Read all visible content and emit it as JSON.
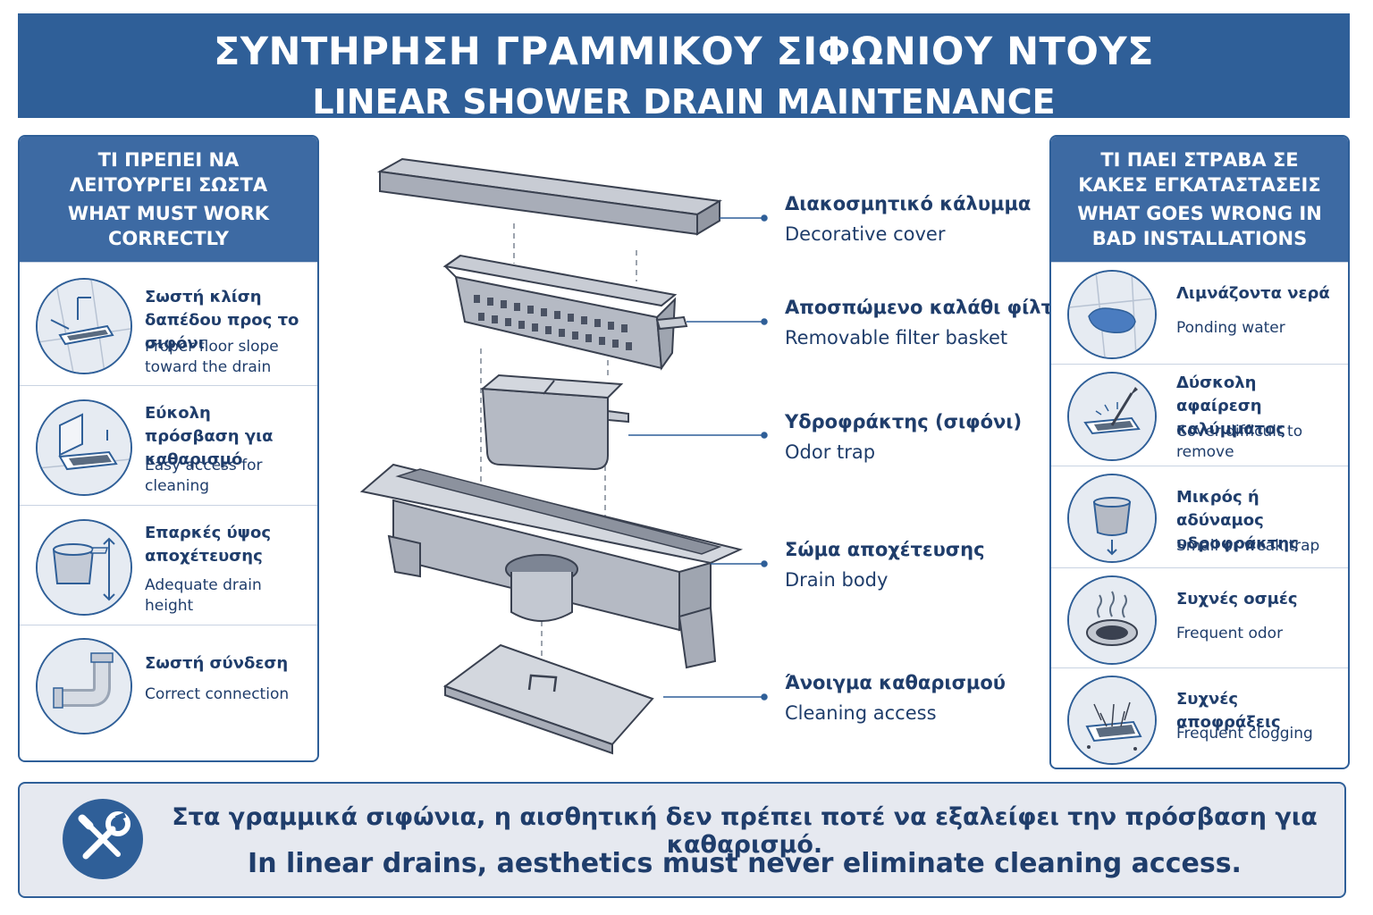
{
  "header": {
    "title_gr": "ΣΥΝΤΗΡΗΣΗ ΓΡΑΜΜΙΚΟΥ ΣΙΦΩΝΙΟΥ ΝΤΟΥΣ",
    "title_en": "LINEAR SHOWER DRAIN MAINTENANCE"
  },
  "left_panel": {
    "title_gr": "ΤΙ ΠΡΕΠΕΙ ΝΑ ΛΕΙΤΟΥΡΓΕΙ ΣΩΣΤΑ",
    "title_en": "WHAT MUST WORK CORRECTLY",
    "items": [
      {
        "gr": "Σωστή κλίση δαπέδου προς το σιφόνι",
        "en": "Proper floor slope toward the drain",
        "icon": "floor-slope-icon"
      },
      {
        "gr": "Εύκολη πρόσβαση για καθαρισμό",
        "en": "Easy access for cleaning",
        "icon": "open-cover-icon"
      },
      {
        "gr": "Επαρκές ύψος αποχέτευσης",
        "en": "Adequate drain height",
        "icon": "drain-height-icon"
      },
      {
        "gr": "Σωστή σύνδεση",
        "en": "Correct connection",
        "icon": "pipe-connection-icon"
      }
    ]
  },
  "right_panel": {
    "title_gr": "ΤΙ ΠΑΕΙ ΣΤΡΑΒΑ ΣΕ ΚΑΚΕΣ ΕΓΚΑΤΑΣΤΑΣΕΙΣ",
    "title_en": "WHAT GOES WRONG IN BAD INSTALLATIONS",
    "items": [
      {
        "gr": "Λιμνάζοντα νερά",
        "en": "Ponding water",
        "icon": "ponding-water-icon"
      },
      {
        "gr": "Δύσκολη αφαίρεση καλύμματος",
        "en": "Cover difficult to remove",
        "icon": "pry-cover-icon"
      },
      {
        "gr": "Μικρός ή αδύναμος υδροφράκτης",
        "en": "Small or weak trap",
        "icon": "weak-trap-icon"
      },
      {
        "gr": "Συχνές οσμές",
        "en": "Frequent odor",
        "icon": "odor-icon"
      },
      {
        "gr": "Συχνές αποφράξεις",
        "en": "Frequent clogging",
        "icon": "clogging-icon"
      }
    ]
  },
  "parts": [
    {
      "gr": "Διακοσμητικό κάλυμμα",
      "en": "Decorative cover"
    },
    {
      "gr": "Αποσπώμενο καλάθι φίλτρου",
      "en": "Removable filter basket"
    },
    {
      "gr": "Υδροφράκτης (σιφόνι)",
      "en": "Odor trap"
    },
    {
      "gr": "Σώμα αποχέτευσης",
      "en": "Drain body"
    },
    {
      "gr": "Άνοιγμα καθαρισμού",
      "en": "Cleaning access"
    }
  ],
  "footer": {
    "gr": "Στα γραμμικά σιφώνια, η αισθητική δεν πρέπει ποτέ να εξαλείφει την πρόσβαση για καθαρισμό.",
    "en": "In linear drains, aesthetics must never eliminate cleaning access.",
    "icon": "wrench-screwdriver-icon"
  },
  "colors": {
    "primary": "#2f5f98",
    "header_panel": "#3d6aa3",
    "text": "#1f3d6b",
    "footer_bg": "#e6e9f0"
  }
}
